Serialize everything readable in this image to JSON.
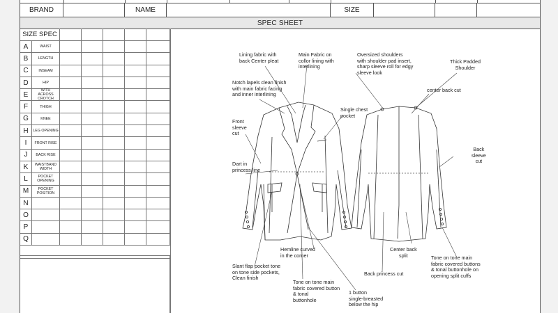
{
  "header": {
    "brand_label": "BRAND",
    "name_label": "NAME",
    "size_label": "SIZE"
  },
  "spec_bar": {
    "title": "SPEC SHEET"
  },
  "size_spec": {
    "title": "SIZE SPEC",
    "rows": [
      {
        "letter": "A",
        "measure": "WAIST"
      },
      {
        "letter": "B",
        "measure": "LENGTH"
      },
      {
        "letter": "C",
        "measure": "INSEAM"
      },
      {
        "letter": "D",
        "measure": "HIP"
      },
      {
        "letter": "E",
        "measure": "WITH ACROSS CROTCH"
      },
      {
        "letter": "F",
        "measure": "THIGH"
      },
      {
        "letter": "G",
        "measure": "KNEE"
      },
      {
        "letter": "H",
        "measure": "LEG OPENING"
      },
      {
        "letter": "I",
        "measure": "FRONT RISE"
      },
      {
        "letter": "J",
        "measure": "BACK RISE"
      },
      {
        "letter": "K",
        "measure": "WAISTBAND WIDTH"
      },
      {
        "letter": "L",
        "measure": "POCKET OPENING"
      },
      {
        "letter": "M",
        "measure": "POCKET POSITION"
      },
      {
        "letter": "N",
        "measure": ""
      },
      {
        "letter": "O",
        "measure": ""
      },
      {
        "letter": "P",
        "measure": ""
      },
      {
        "letter": "Q",
        "measure": ""
      }
    ]
  },
  "callouts": {
    "lining_fabric": "Lining fabric with\nback Center pleat",
    "main_fabric": "Main Fabric on\ncollor lining with\ninterlining",
    "oversized_shoulders": "Oversized shoulders\nwith shoulder pad insert,\nsharp sleeve roll for edgy\nsleeve look",
    "thick_padded": "Thick Padded\nShoulder",
    "notch_lapels": "Notch lapels clean finish\nwith main fabric facing\nand inner interlining",
    "center_back_cut": "center back cut",
    "single_chest": "Single chest\npocket",
    "front_sleeve": "Front\nsleeve\ncut",
    "back_sleeve": "Back\nsleeve\ncut",
    "dart": "Dart in\nprincess line",
    "center_back_split": "Center back\nsplit",
    "hemline": "Hemline curved\nin the corner",
    "tone_on_tone_right": "Tone on tone main\nfabric covered buttons\n& tonal buttonhole on\nopening split cuffs",
    "slant_flap": "Slant flap pocket tone\non tone side pockets,\nClean finish",
    "back_princess": "Back princess cut",
    "tone_on_tone_front": "Tone on tone main\nfabric covered button\n& tonal\nbuttonhole",
    "one_button": "1 button\nsingle-breasted\nbelow the hip"
  }
}
